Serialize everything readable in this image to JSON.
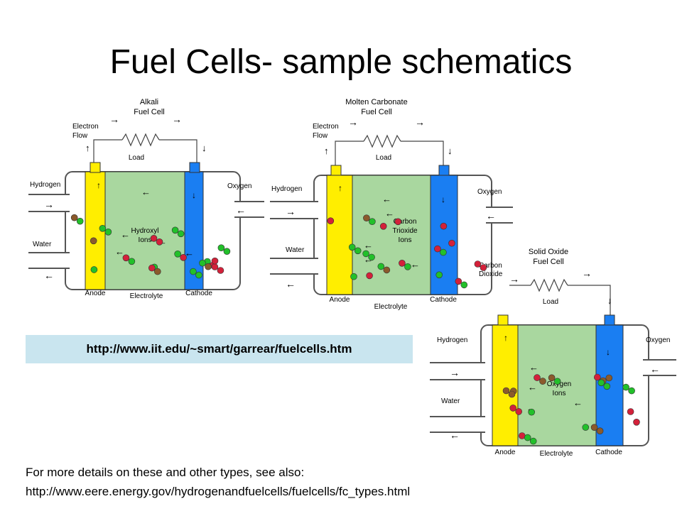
{
  "title": "Fuel Cells- sample schematics",
  "url_box": "http://www.iit.edu/~smart/garrear/fuelcells.htm",
  "footer": {
    "line1": "For more details on these and other types, see also:",
    "line2": "http://www.eere.energy.gov/hydrogenandfuelcells/fuelcells/fc_types.html"
  },
  "diagrams": {
    "alkali": {
      "title_line1": "Alkali",
      "title_line2": "Fuel Cell",
      "electron_line1": "Electron",
      "electron_line2": "Flow",
      "load": "Load",
      "left_in": "Hydrogen",
      "left_out": "Water",
      "right_in": "Oxygen",
      "ion_line1": "Hydroxyl",
      "ion_line2": "Ions",
      "anode": "Anode",
      "electrolyte": "Electrolyte",
      "cathode": "Cathode"
    },
    "molten": {
      "title_line1": "Molten Carbonate",
      "title_line2": "Fuel Cell",
      "electron_line1": "Electron",
      "electron_line2": "Flow",
      "load": "Load",
      "left_in": "Hydrogen",
      "left_out": "Water",
      "right_in": "Oxygen",
      "right_out_line1": "Carbon",
      "right_out_line2": "Dioxide",
      "ion_line1": "Carbon",
      "ion_line2": "Trioxide",
      "ion_line3": "Ions",
      "anode": "Anode",
      "electrolyte": "Electrolyte",
      "cathode": "Cathode"
    },
    "solid": {
      "title_line1": "Solid Oxide",
      "title_line2": "Fuel Cell",
      "load": "Load",
      "left_in": "Hydrogen",
      "left_out": "Water",
      "right_in": "Oxygen",
      "ion_line1": "Oxygen",
      "ion_line2": "Ions",
      "anode": "Anode",
      "electrolyte": "Electrolyte",
      "cathode": "Cathode"
    }
  },
  "colors": {
    "anode": "#ffee00",
    "electrolyte": "#a9d79f",
    "cathode": "#1a7ef2",
    "hydrogen": "#d3213a",
    "oxygen": "#22c02a",
    "carbon": "#8b5a2b",
    "background_box": "#c9e5ef"
  }
}
